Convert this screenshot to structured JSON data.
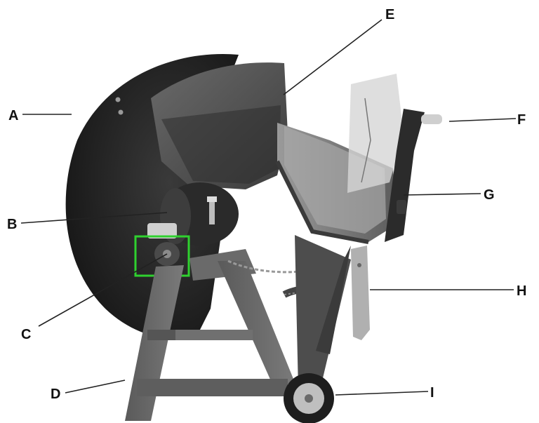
{
  "figure": {
    "labels": [
      "A",
      "B",
      "C",
      "D",
      "E",
      "F",
      "G",
      "H",
      "I"
    ],
    "highlight_color": "#2fd12f",
    "colors": {
      "machine_dark": "#2a2a2a",
      "machine_mid": "#555555",
      "machine_light": "#8a8a8a",
      "metal": "#b9b9b9",
      "line": "#222222"
    }
  }
}
